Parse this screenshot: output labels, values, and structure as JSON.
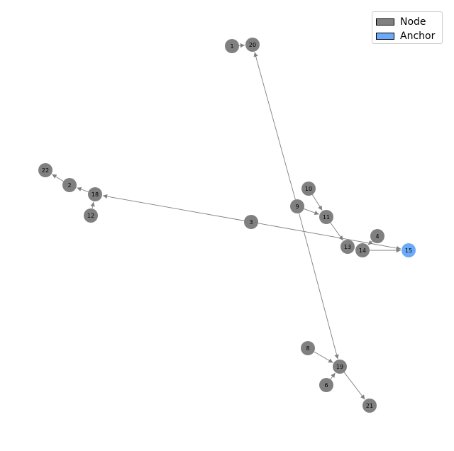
{
  "legend": {
    "node_label": "Node",
    "anchor_label": "Anchor"
  },
  "colors": {
    "node": "#808080",
    "anchor": "#6aaaf8",
    "edge": "#808080"
  },
  "nodes": [
    {
      "id": "1",
      "type": "node"
    },
    {
      "id": "20",
      "type": "node"
    },
    {
      "id": "22",
      "type": "node"
    },
    {
      "id": "2",
      "type": "node"
    },
    {
      "id": "18",
      "type": "node"
    },
    {
      "id": "12",
      "type": "node"
    },
    {
      "id": "10",
      "type": "node"
    },
    {
      "id": "9",
      "type": "node"
    },
    {
      "id": "11",
      "type": "node"
    },
    {
      "id": "3",
      "type": "node"
    },
    {
      "id": "4",
      "type": "node"
    },
    {
      "id": "13",
      "type": "node"
    },
    {
      "id": "14",
      "type": "node"
    },
    {
      "id": "15",
      "type": "anchor"
    },
    {
      "id": "8",
      "type": "node"
    },
    {
      "id": "19",
      "type": "node"
    },
    {
      "id": "6",
      "type": "node"
    },
    {
      "id": "21",
      "type": "node"
    }
  ],
  "edges": [
    {
      "from": "1",
      "to": "20"
    },
    {
      "from": "9",
      "to": "20"
    },
    {
      "from": "2",
      "to": "22"
    },
    {
      "from": "18",
      "to": "2"
    },
    {
      "from": "12",
      "to": "18"
    },
    {
      "from": "3",
      "to": "18"
    },
    {
      "from": "3",
      "to": "15"
    },
    {
      "from": "10",
      "to": "11"
    },
    {
      "from": "9",
      "to": "11"
    },
    {
      "from": "11",
      "to": "13"
    },
    {
      "from": "4",
      "to": "14"
    },
    {
      "from": "14",
      "to": "15"
    },
    {
      "from": "9",
      "to": "19"
    },
    {
      "from": "8",
      "to": "19"
    },
    {
      "from": "6",
      "to": "19"
    },
    {
      "from": "19",
      "to": "21"
    }
  ]
}
